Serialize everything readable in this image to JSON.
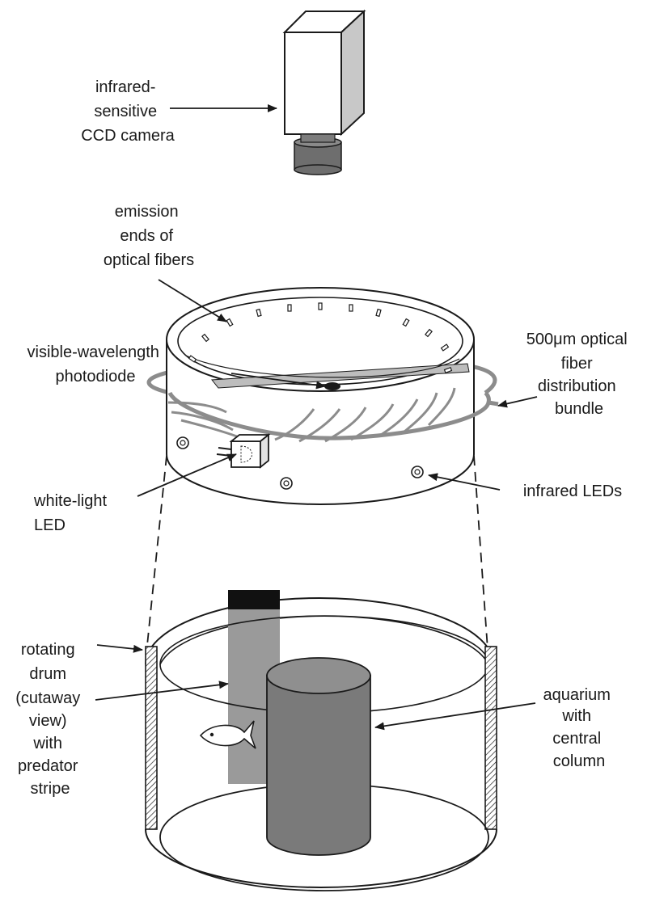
{
  "labels": {
    "camera": [
      "infrared-",
      "sensitive",
      "CCD camera"
    ],
    "emission": [
      "emission",
      "ends of",
      "optical fibers"
    ],
    "photodiode": [
      "visible-wavelength",
      "photodiode"
    ],
    "bundle": [
      "500μm optical",
      "fiber",
      "distribution",
      "bundle"
    ],
    "white_led": [
      "white-light",
      "LED"
    ],
    "ir_leds": [
      "infrared LEDs"
    ],
    "drum": [
      "rotating",
      "drum",
      "(cutaway",
      "view)",
      "with",
      "predator",
      "stripe"
    ],
    "aquarium": [
      "aquarium",
      "with",
      "central",
      "column"
    ]
  },
  "colors": {
    "ink": "#1a1a1a",
    "stripe": "#9a9a9a",
    "stripe_top": "#111111",
    "column": "#7a7a7a",
    "column_top": "#8f8f8f",
    "lens": "#6e6e6e",
    "bundle": "#8c8c8c",
    "camera_side": "#c8c8c8"
  }
}
